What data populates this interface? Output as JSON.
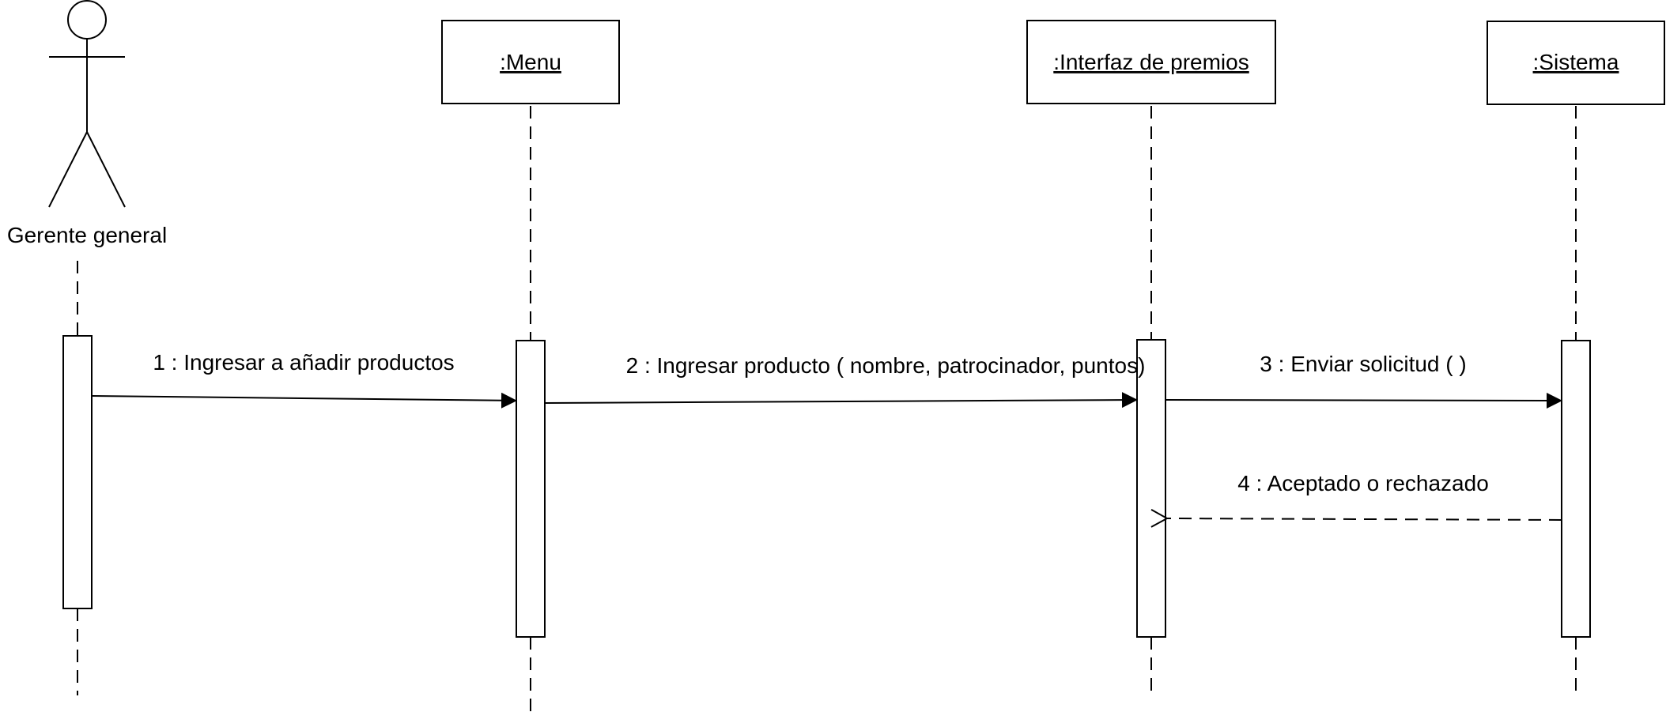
{
  "actor": {
    "name": "Gerente general"
  },
  "participants": [
    {
      "id": "menu",
      "label": ":Menu"
    },
    {
      "id": "interfaz",
      "label": ":Interfaz de premios"
    },
    {
      "id": "sistema",
      "label": ":Sistema"
    }
  ],
  "messages": [
    {
      "label": "1 : Ingresar a añadir productos",
      "from": "actor",
      "to": "menu",
      "style": "sync"
    },
    {
      "label": "2 : Ingresar producto ( nombre, patrocinador, puntos)",
      "from": "menu",
      "to": "interfaz",
      "style": "sync"
    },
    {
      "label": "3 : Enviar solicitud ( )",
      "from": "interfaz",
      "to": "sistema",
      "style": "sync"
    },
    {
      "label": "4 : Aceptado o rechazado",
      "from": "sistema",
      "to": "interfaz",
      "style": "return"
    }
  ]
}
